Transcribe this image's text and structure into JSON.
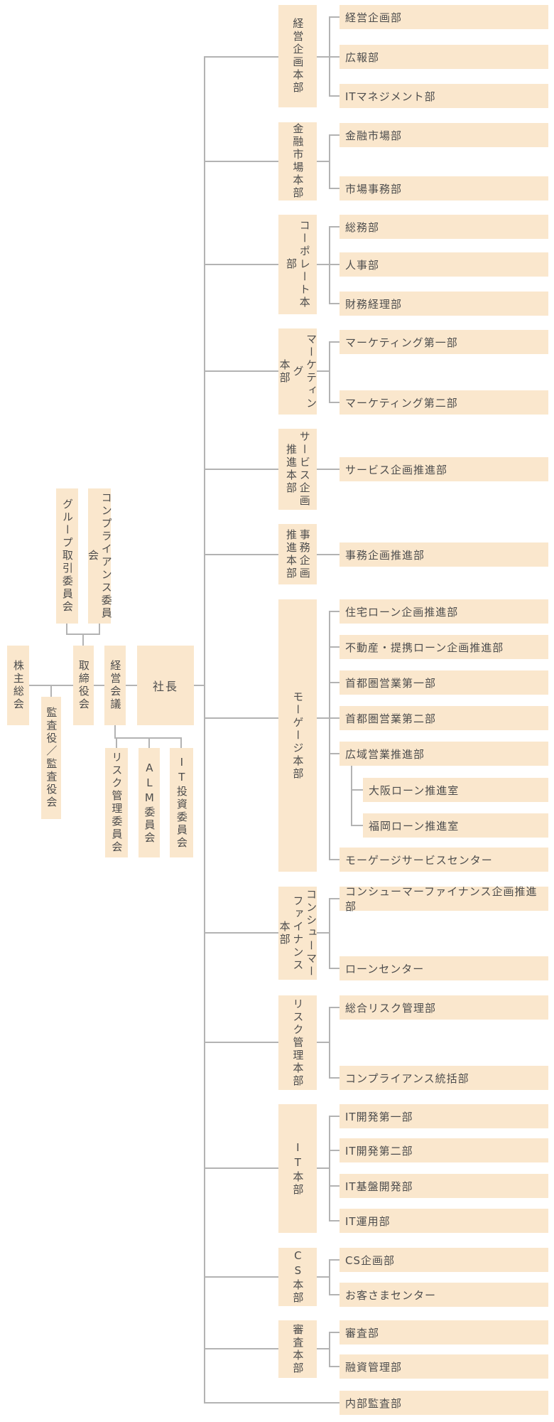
{
  "colors": {
    "box_fill": "#fae7cd",
    "line": "#b3b3b3",
    "text": "#4d4d4d",
    "background": "#ffffff"
  },
  "governance": {
    "shareholders_meeting": "株主総会",
    "auditors": "監査役／監査役会",
    "group_transaction_committee": "グループ取引委員会",
    "compliance_committee": "コンプライアンス委員会",
    "board_of_directors": "取締役会",
    "management_council": "経営会議",
    "president": "社長",
    "risk_management_committee": "リスク管理委員会",
    "alm_committee": "ALM委員会",
    "it_investment_committee": "IT投資委員会"
  },
  "divisions": [
    {
      "name": "経営企画本部",
      "display": "経営企画本部",
      "departments": [
        "経営企画部",
        "広報部",
        "ITマネジメント部"
      ]
    },
    {
      "name": "金融市場本部",
      "display": "金融市場本部",
      "departments": [
        "金融市場部",
        "市場事務部"
      ]
    },
    {
      "name": "コーポレート本部",
      "display": "コーポレート本部",
      "departments": [
        "総務部",
        "人事部",
        "財務経理部"
      ]
    },
    {
      "name": "マーケティング本部",
      "display": "マーケティング\n本部",
      "departments": [
        "マーケティング第一部",
        "マーケティング第二部"
      ]
    },
    {
      "name": "サービス企画推進本部",
      "display": "サービス企画\n推進本部",
      "departments": [
        "サービス企画推進部"
      ]
    },
    {
      "name": "事務企画推進本部",
      "display": "事務企画\n推進本部",
      "departments": [
        "事務企画推進部"
      ]
    },
    {
      "name": "モーゲージ本部",
      "display": "モーゲージ本部",
      "departments": [
        "住宅ローン企画推進部",
        "不動産・提携ローン企画推進部",
        "首都圏営業第一部",
        "首都圏営業第二部",
        "広域営業推進部",
        "モーゲージサービスセンター"
      ],
      "sub_offices_of": "広域営業推進部",
      "sub_offices": [
        "大阪ローン推進室",
        "福岡ローン推進室"
      ]
    },
    {
      "name": "コンシューマーファイナンス本部",
      "display": "コンシューマー\nファイナンス\n本部",
      "departments": [
        "コンシューマーファイナンス企画推進部",
        "ローンセンター"
      ]
    },
    {
      "name": "リスク管理本部",
      "display": "リスク管理本部",
      "departments": [
        "総合リスク管理部",
        "コンプライアンス統括部"
      ]
    },
    {
      "name": "IT本部",
      "display": "IT本部",
      "departments": [
        "IT開発第一部",
        "IT開発第二部",
        "IT基盤開発部",
        "IT運用部"
      ]
    },
    {
      "name": "CS本部",
      "display": "CS本部",
      "departments": [
        "CS企画部",
        "お客さまセンター"
      ]
    },
    {
      "name": "審査本部",
      "display": "審査本部",
      "departments": [
        "審査部",
        "融資管理部"
      ]
    }
  ],
  "internal_audit_department": "内部監査部"
}
